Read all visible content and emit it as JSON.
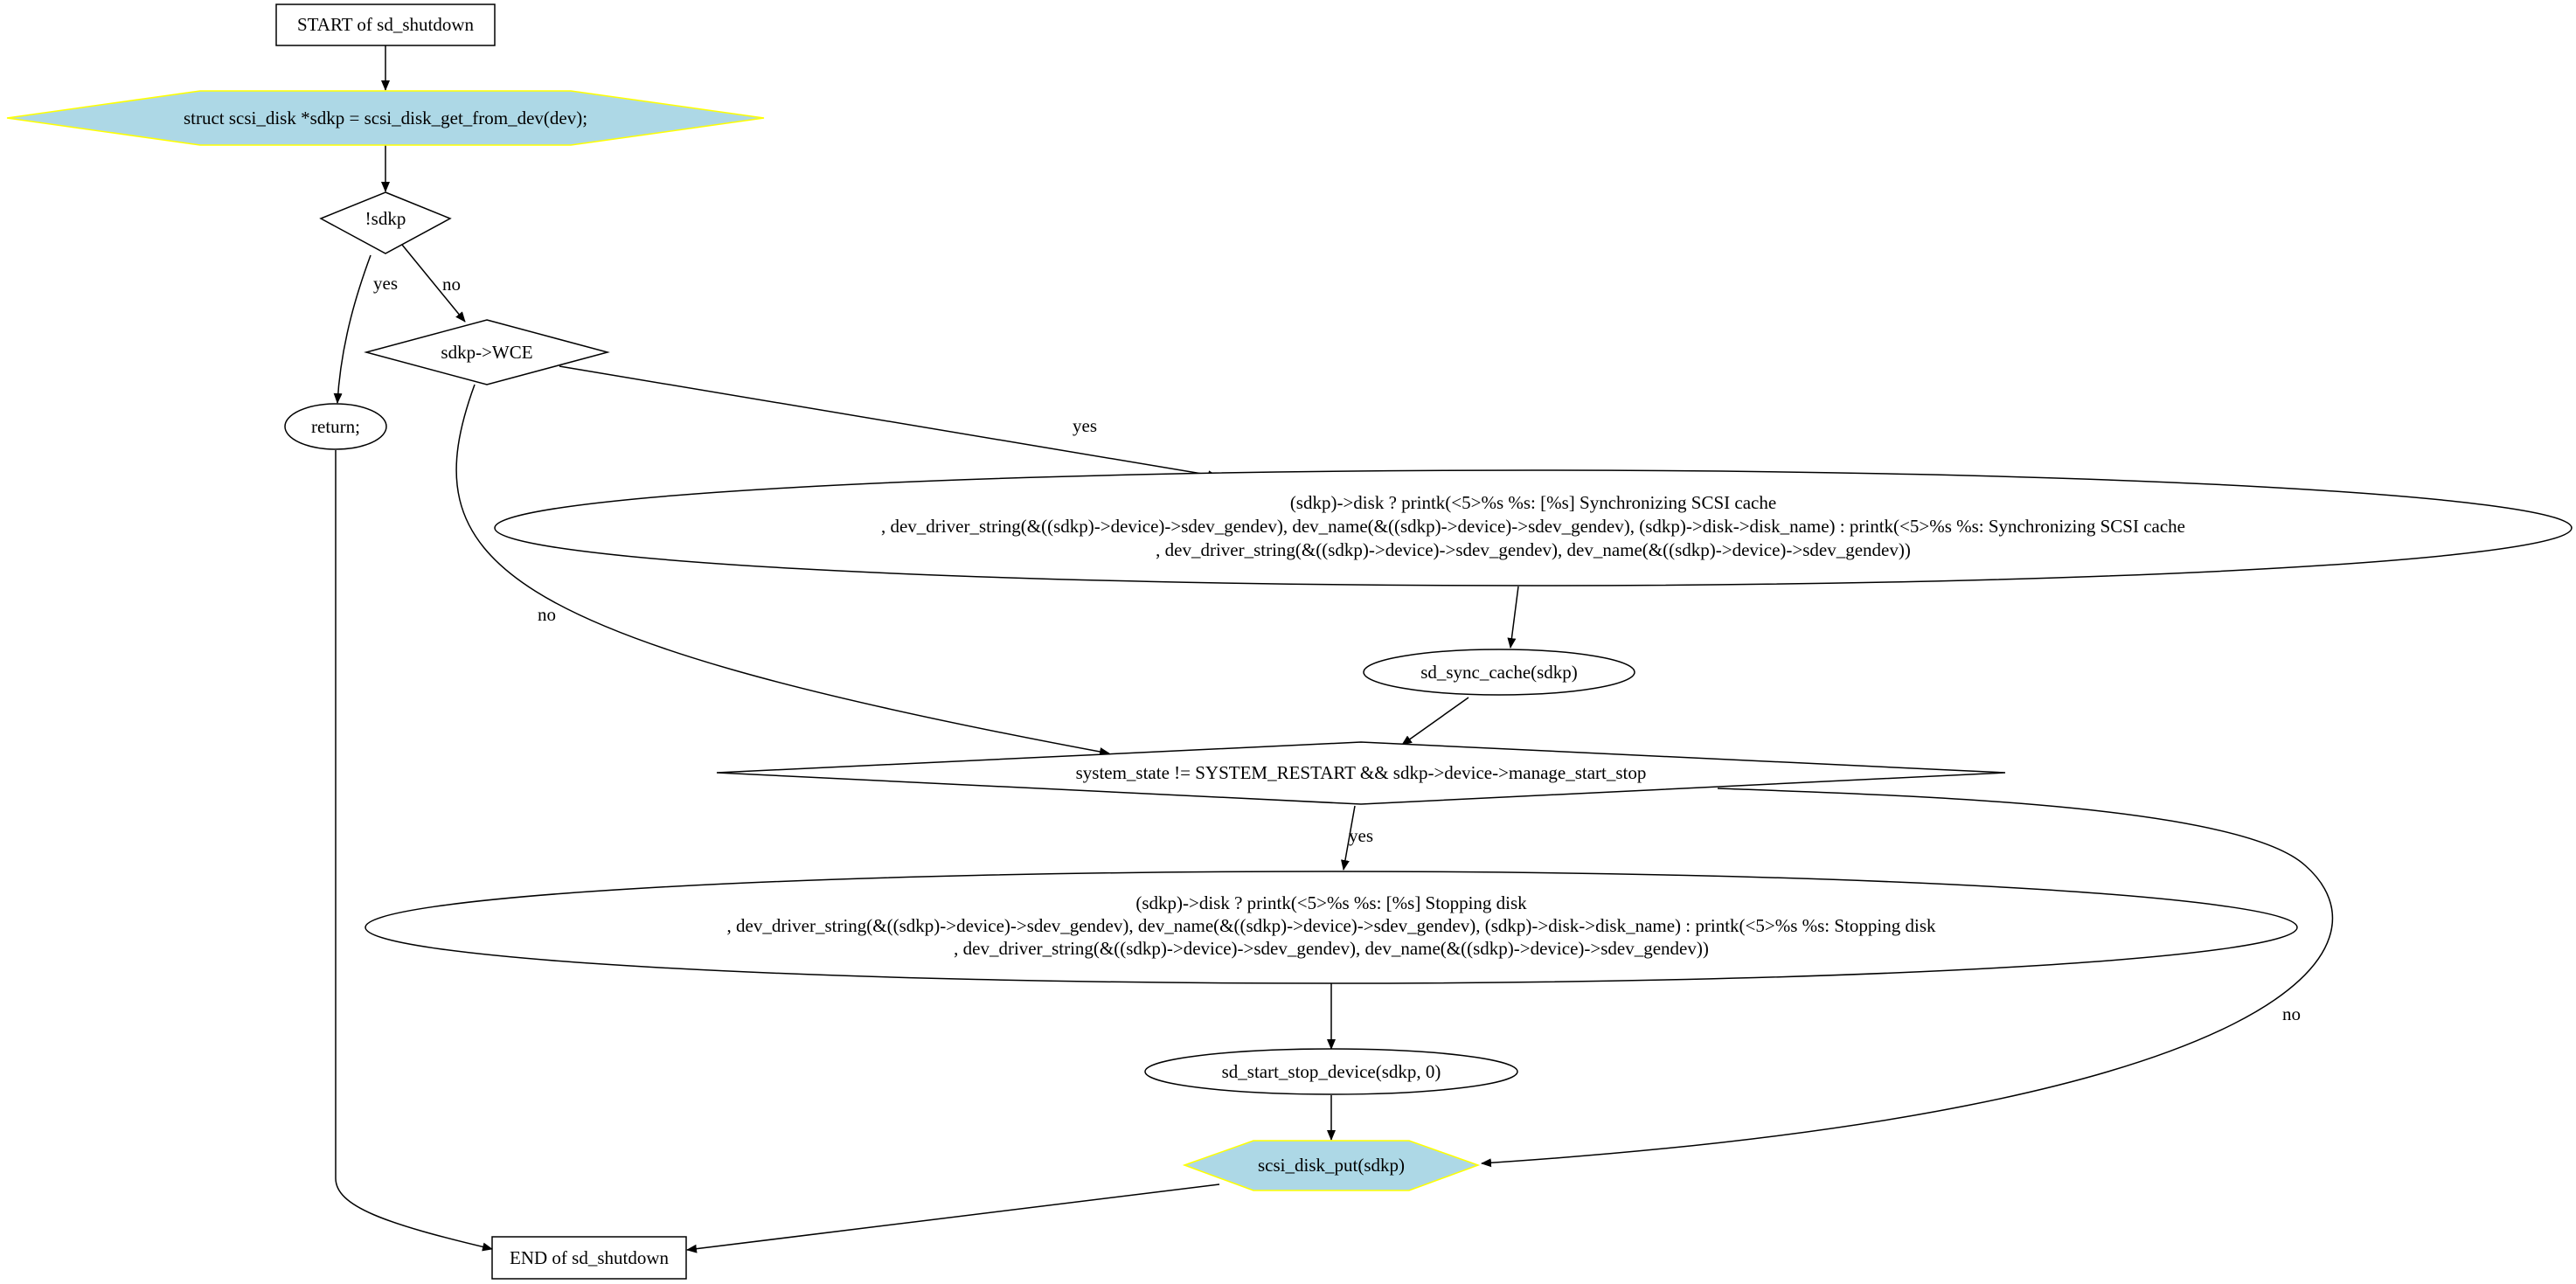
{
  "diagram": {
    "colors": {
      "statement_fill": "#add8e6",
      "statement_stroke": "#ffff00",
      "line": "#000000"
    },
    "nodes": {
      "start": {
        "label": "START of sd_shutdown",
        "shape": "box"
      },
      "get_disk": {
        "label": "struct scsi_disk *sdkp = scsi_disk_get_from_dev(dev);",
        "shape": "hexagon"
      },
      "check_sdkp": {
        "label": "!sdkp",
        "shape": "diamond"
      },
      "check_wce": {
        "label": "sdkp->WCE",
        "shape": "diamond"
      },
      "return_stmt": {
        "label": "return;",
        "shape": "ellipse"
      },
      "printk_sync": {
        "shape": "ellipse",
        "lines": [
          "(sdkp)->disk ? printk(<5>%s %s: [%s] Synchronizing SCSI cache",
          ", dev_driver_string(&((sdkp)->device)->sdev_gendev), dev_name(&((sdkp)->device)->sdev_gendev), (sdkp)->disk->disk_name) : printk(<5>%s %s: Synchronizing SCSI cache",
          ", dev_driver_string(&((sdkp)->device)->sdev_gendev), dev_name(&((sdkp)->device)->sdev_gendev))"
        ]
      },
      "sync_cache": {
        "label": "sd_sync_cache(sdkp)",
        "shape": "ellipse"
      },
      "check_state": {
        "label": "system_state != SYSTEM_RESTART && sdkp->device->manage_start_stop",
        "shape": "diamond"
      },
      "printk_stop": {
        "shape": "ellipse",
        "lines": [
          "(sdkp)->disk ? printk(<5>%s %s: [%s] Stopping disk",
          ", dev_driver_string(&((sdkp)->device)->sdev_gendev), dev_name(&((sdkp)->device)->sdev_gendev), (sdkp)->disk->disk_name) : printk(<5>%s %s: Stopping disk",
          ", dev_driver_string(&((sdkp)->device)->sdev_gendev), dev_name(&((sdkp)->device)->sdev_gendev))"
        ]
      },
      "start_stop": {
        "label": "sd_start_stop_device(sdkp, 0)",
        "shape": "ellipse"
      },
      "disk_put": {
        "label": "scsi_disk_put(sdkp)",
        "shape": "hexagon"
      },
      "end": {
        "label": "END of sd_shutdown",
        "shape": "box"
      }
    },
    "edges": [
      {
        "from": "start",
        "to": "get_disk",
        "label": ""
      },
      {
        "from": "get_disk",
        "to": "check_sdkp",
        "label": ""
      },
      {
        "from": "check_sdkp",
        "to": "return_stmt",
        "label": "yes"
      },
      {
        "from": "check_sdkp",
        "to": "check_wce",
        "label": "no"
      },
      {
        "from": "check_wce",
        "to": "printk_sync",
        "label": "yes"
      },
      {
        "from": "check_wce",
        "to": "check_state",
        "label": "no"
      },
      {
        "from": "printk_sync",
        "to": "sync_cache",
        "label": ""
      },
      {
        "from": "sync_cache",
        "to": "check_state",
        "label": ""
      },
      {
        "from": "check_state",
        "to": "printk_stop",
        "label": "yes"
      },
      {
        "from": "check_state",
        "to": "disk_put",
        "label": "no"
      },
      {
        "from": "printk_stop",
        "to": "start_stop",
        "label": ""
      },
      {
        "from": "start_stop",
        "to": "disk_put",
        "label": ""
      },
      {
        "from": "return_stmt",
        "to": "end",
        "label": ""
      },
      {
        "from": "disk_put",
        "to": "end",
        "label": ""
      }
    ]
  }
}
